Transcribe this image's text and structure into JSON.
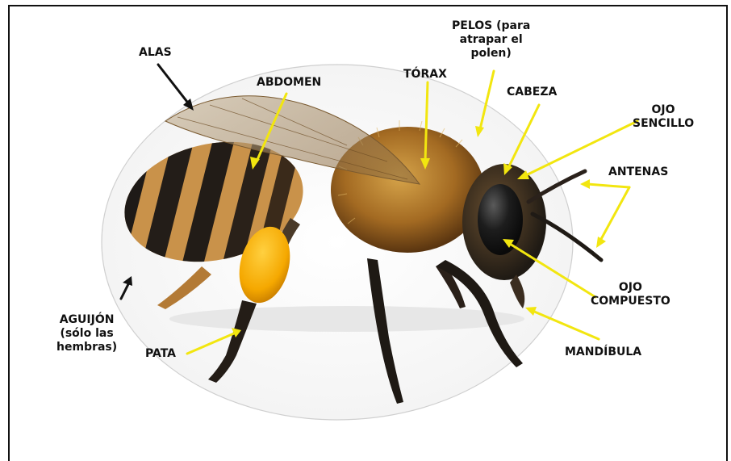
{
  "labels": {
    "alas": "ALAS",
    "abdomen": "ABDOMEN",
    "torax": "TÓRAX",
    "pelos": "PELOS (para\natrapar el\npolen)",
    "cabeza": "CABEZA",
    "ojo_sencillo": "OJO\nSENCILLO",
    "antenas": "ANTENAS",
    "ojo_compuesto": "OJO\nCOMPUESTO",
    "mandibula": "MANDÍBULA",
    "aguijon": "AGUIJÓN\n(sólo las\nhembras)",
    "pata": "PATA"
  },
  "colors": {
    "arrow_black": "#111111",
    "arrow_yellow": "#f2e60f",
    "pollen": "#f5a800",
    "ellipse_border": "#cfcfcf"
  }
}
